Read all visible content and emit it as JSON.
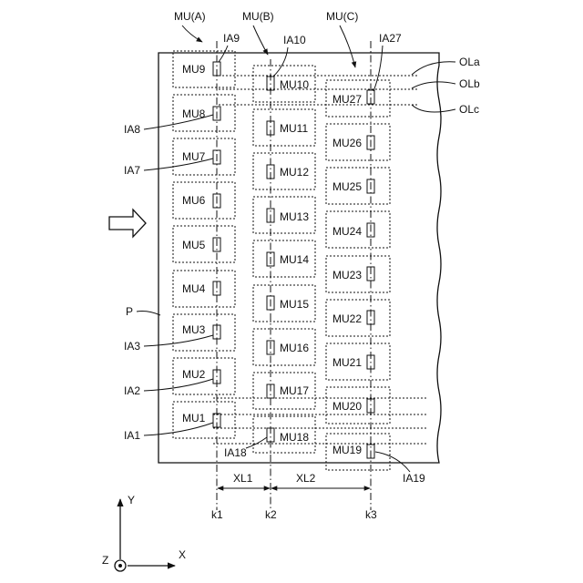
{
  "group_labels": {
    "a": "MU(A)",
    "b": "MU(B)",
    "c": "MU(C)"
  },
  "units": {
    "mu1": "MU1",
    "mu2": "MU2",
    "mu3": "MU3",
    "mu4": "MU4",
    "mu5": "MU5",
    "mu6": "MU6",
    "mu7": "MU7",
    "mu8": "MU8",
    "mu9": "MU9",
    "mu10": "MU10",
    "mu11": "MU11",
    "mu12": "MU12",
    "mu13": "MU13",
    "mu14": "MU14",
    "mu15": "MU15",
    "mu16": "MU16",
    "mu17": "MU17",
    "mu18": "MU18",
    "mu19": "MU19",
    "mu20": "MU20",
    "mu21": "MU21",
    "mu22": "MU22",
    "mu23": "MU23",
    "mu24": "MU24",
    "mu25": "MU25",
    "mu26": "MU26",
    "mu27": "MU27"
  },
  "imaging_areas": {
    "ia1": "IA1",
    "ia2": "IA2",
    "ia3": "IA3",
    "ia7": "IA7",
    "ia8": "IA8",
    "ia9": "IA9",
    "ia10": "IA10",
    "ia18": "IA18",
    "ia19": "IA19",
    "ia27": "IA27"
  },
  "overlap_lines": {
    "a": "OLa",
    "b": "OLb",
    "c": "OLc"
  },
  "plate_label": "P",
  "spacings": {
    "xl1": "XL1",
    "xl2": "XL2"
  },
  "columns": {
    "k1": "k1",
    "k2": "k2",
    "k3": "k3"
  },
  "axes": {
    "y": "Y",
    "x": "X",
    "z": "Z"
  }
}
